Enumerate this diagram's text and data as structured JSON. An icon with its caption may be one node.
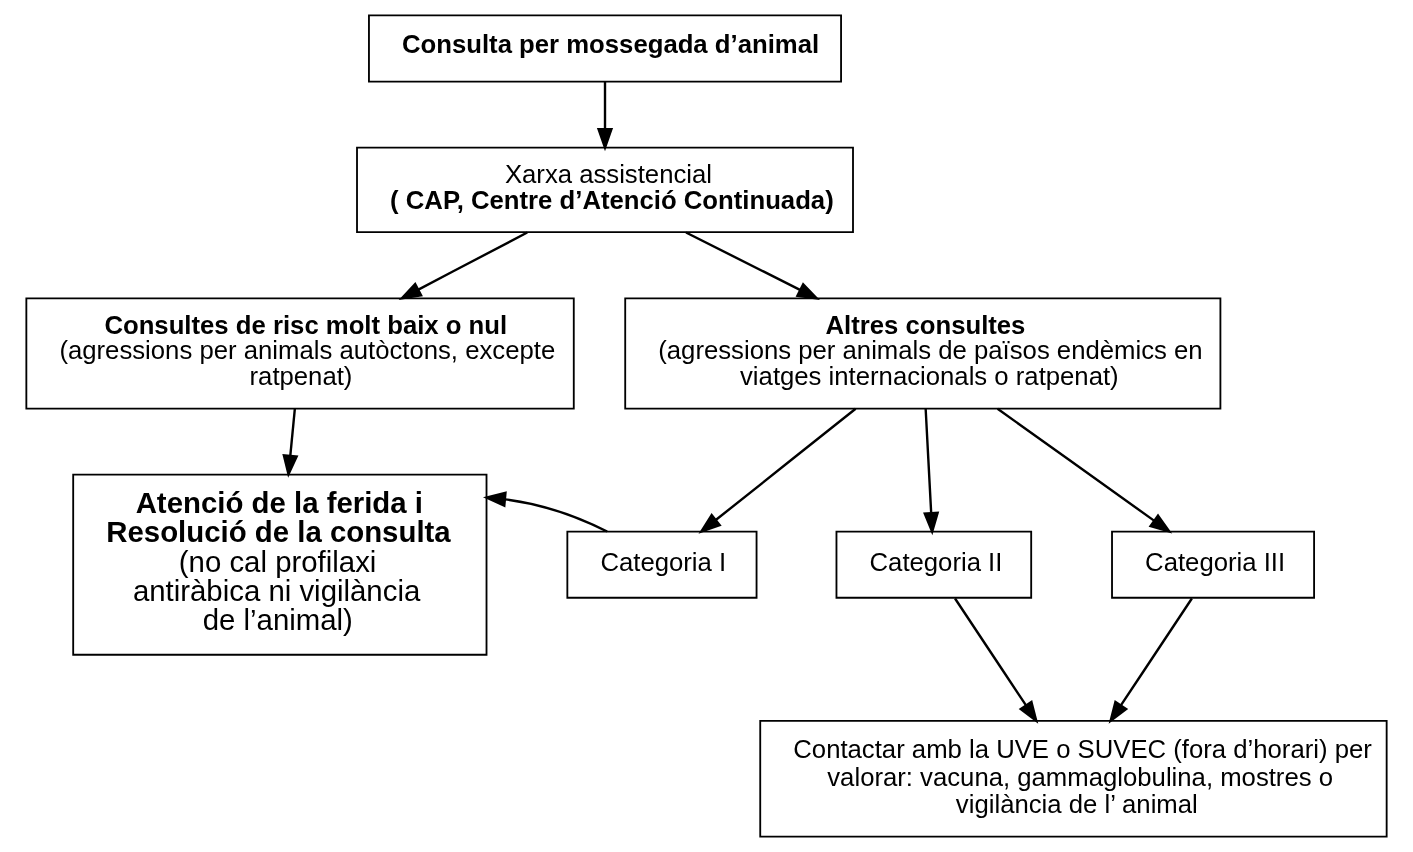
{
  "diagram": {
    "nodes": [
      {
        "text": [
          "Consulta per mossegada d’animal"
        ]
      },
      {
        "text": [
          "Xarxa assistencial",
          "( CAP, Centre d’Atenció Continuada)"
        ]
      },
      {
        "text": [
          "Consultes de risc molt baix o nul",
          "(agressions per animals autòctons, excepte ratpenat)"
        ]
      },
      {
        "text": [
          "Altres consultes",
          "(agressions per animals de països endèmics en viatges internacionals o ratpenat)"
        ]
      },
      {
        "text": [
          "Atenció de la ferida i Resolució de la consulta",
          "(no cal profilaxi antiràbica ni vigilància de l’animal)"
        ]
      },
      {
        "text": [
          "Categoria I"
        ]
      },
      {
        "text": [
          "Categoria II"
        ]
      },
      {
        "text": [
          "Categoria III"
        ]
      },
      {
        "text": [
          "Contactar amb la UVE o SUVEC (fora d’horari) per valorar: vacuna, gammaglobulina, mostres o vigilància de l’ animal"
        ]
      }
    ],
    "edges": [
      {
        "from": 0,
        "to": 1,
        "arrow": "to"
      },
      {
        "from": 1,
        "to": 2,
        "arrow": "to"
      },
      {
        "from": 1,
        "to": 3,
        "arrow": "to"
      },
      {
        "from": 2,
        "to": 4,
        "arrow": "to"
      },
      {
        "from": 3,
        "to": 5,
        "arrow": "to"
      },
      {
        "from": 3,
        "to": 6,
        "arrow": "to"
      },
      {
        "from": 3,
        "to": 7,
        "arrow": "to"
      },
      {
        "from": 5,
        "to": 4,
        "arrow": "to"
      },
      {
        "from": 6,
        "to": 8,
        "arrow": "to"
      },
      {
        "from": 7,
        "to": 8,
        "arrow": "to"
      }
    ]
  }
}
